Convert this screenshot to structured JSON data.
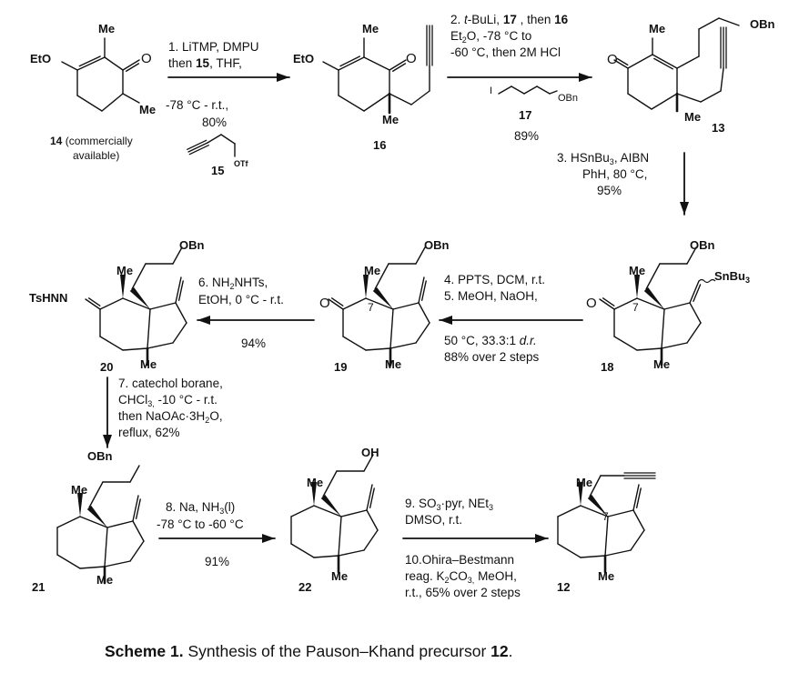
{
  "compounds": {
    "c14": {
      "id": "14",
      "note": " (commercially",
      "note2": "available)",
      "me_top": "Me",
      "eto": "EtO",
      "o": "O",
      "me_side": "Me"
    },
    "c15": {
      "id": "15",
      "otf": "OTf"
    },
    "c16": {
      "id": "16",
      "me_top": "Me",
      "eto": "EtO",
      "o": "O",
      "me_bottom": "Me"
    },
    "c17": {
      "id": "17",
      "i": "I",
      "obn": "OBn"
    },
    "c13": {
      "id": "13",
      "me_top": "Me",
      "obn": "OBn",
      "o": "O",
      "me_bottom": "Me"
    },
    "c18": {
      "id": "18",
      "obn": "OBn",
      "me_top": "Me",
      "sn": "SnBu",
      "sn_sub": "3",
      "o": "O",
      "c7": "7",
      "me_bottom": "Me"
    },
    "c19": {
      "id": "19",
      "obn": "OBn",
      "me_top": "Me",
      "o": "O",
      "c7": "7",
      "me_bottom": "Me"
    },
    "c20": {
      "id": "20",
      "obn": "OBn",
      "me_top": "Me",
      "tshnn": "TsHNN",
      "me_bottom": "Me"
    },
    "c21": {
      "id": "21",
      "obn": "OBn",
      "me_top": "Me",
      "me_bottom": "Me"
    },
    "c22": {
      "id": "22",
      "oh": "OH",
      "me_top": "Me",
      "me_bottom": "Me"
    },
    "c12": {
      "id": "12",
      "me_top": "Me",
      "c7": "7",
      "me_bottom": "Me"
    }
  },
  "steps": {
    "s1": {
      "l1": "1. LiTMP, DMPU",
      "l2a": "then ",
      "l2b": "15",
      "l2c": ", THF,",
      "l3": "-78 °C - r.t.,",
      "l4": "80%"
    },
    "s2": {
      "l1a": "2. ",
      "l1b": "t",
      "l1c": "-BuLi, ",
      "l1d": "17",
      "l1e": " , then ",
      "l1f": "16",
      "l2a": "Et",
      "l2b": "2",
      "l2c": "O, -78 °C to",
      "l3": "-60 °C, then 2M HCl",
      "l4": "89%"
    },
    "s3": {
      "l1a": "3. HSnBu",
      "l1b": "3",
      "l1c": ", AIBN",
      "l2": "PhH, 80 °C,",
      "l3": "95%"
    },
    "s45": {
      "l1": "4. PPTS, DCM, r.t.",
      "l2": "5. MeOH, NaOH,",
      "l3a": "50 °C, 33.3:1 ",
      "l3b": "d.r.",
      "l4": "88% over 2 steps"
    },
    "s6": {
      "l1a": "6. NH",
      "l1b": "2",
      "l1c": "NHTs,",
      "l2": "EtOH, 0 °C - r.t.",
      "l3": "94%"
    },
    "s7": {
      "l1": "7. catechol borane,",
      "l2a": "CHCl",
      "l2b": "3,",
      "l2c": " -10 °C - r.t.",
      "l3a": "then NaOAc·3H",
      "l3b": "2",
      "l3c": "O,",
      "l4": "reflux, 62%"
    },
    "s8": {
      "l1a": "8. Na, NH",
      "l1b": "3",
      "l1c": "(l)",
      "l2": "-78 °C to -60 °C",
      "l3": "91%"
    },
    "s910": {
      "l1a": "9. SO",
      "l1b": "3",
      "l1c": "·pyr, NEt",
      "l1d": "3",
      "l2": "DMSO, r.t.",
      "l3": "10.Ohira–Bestmann",
      "l4a": "reag. K",
      "l4b": "2",
      "l4c": "CO",
      "l4d": "3,",
      "l4e": " MeOH,",
      "l5": "r.t., 65% over 2 steps"
    }
  },
  "caption": {
    "label": "Scheme 1.",
    "text": " Synthesis of the Pauson–Khand precursor ",
    "num": "12",
    "end": "."
  }
}
